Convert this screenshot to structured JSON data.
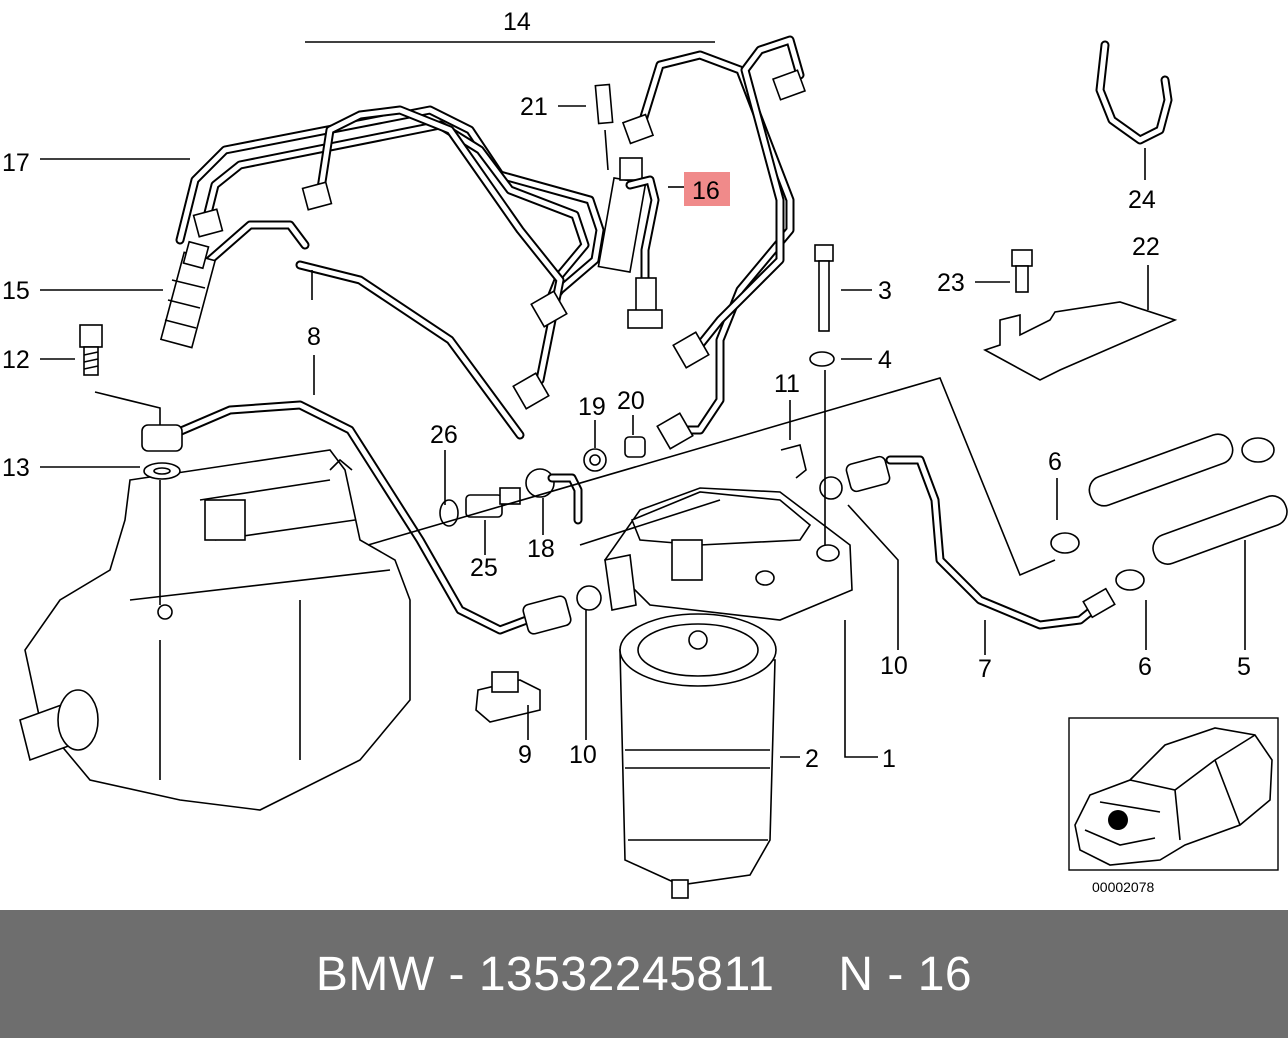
{
  "diagram": {
    "callouts": {
      "c1": "1",
      "c2": "2",
      "c3": "3",
      "c4": "4",
      "c5": "5",
      "c6a": "6",
      "c6b": "6",
      "c7": "7",
      "c8": "8",
      "c9": "9",
      "c10a": "10",
      "c10b": "10",
      "c11": "11",
      "c12": "12",
      "c13": "13",
      "c14": "14",
      "c15": "15",
      "c16": "16",
      "c17": "17",
      "c18": "18",
      "c19": "19",
      "c20": "20",
      "c21": "21",
      "c22": "22",
      "c23": "23",
      "c24": "24",
      "c25": "25",
      "c26": "26"
    },
    "highlight_color": "#f08a8a",
    "inset_code": "00002078"
  },
  "footer": {
    "brand_part": "BMW - 13532245811",
    "position": "N - 16"
  }
}
